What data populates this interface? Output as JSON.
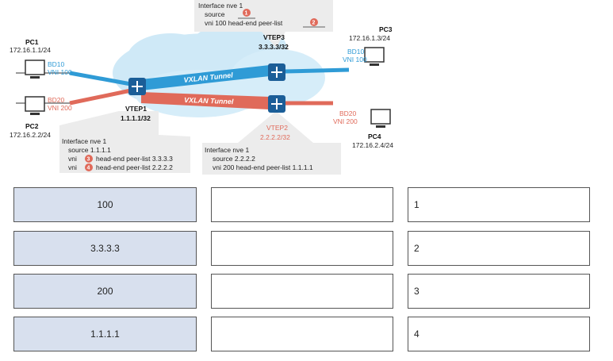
{
  "diagram": {
    "pc1": {
      "name": "PC1",
      "ip": "172.16.1.1/24",
      "bd": "BD10",
      "vni": "VNI 100"
    },
    "pc2": {
      "name": "PC2",
      "ip": "172.16.2.2/24",
      "bd": "BD20",
      "vni": "VNI 200"
    },
    "pc3": {
      "name": "PC3",
      "ip": "172.16.1.3/24",
      "bd": "BD10",
      "vni": "VNI 100"
    },
    "pc4": {
      "name": "PC4",
      "ip": "172.16.2.4/24",
      "bd": "BD20",
      "vni": "VNI 200"
    },
    "vtep1": {
      "name": "VTEP1",
      "ip": "1.1.1.1/32"
    },
    "vtep2": {
      "name": "VTEP2",
      "ip": "2.2.2.2/32"
    },
    "vtep3": {
      "name": "VTEP3",
      "ip": "3.3.3.3/32"
    },
    "tunnel_label": "VXLAN Tunnel",
    "config_vtep3": {
      "line1": "Interface nve 1",
      "line2": "source",
      "line3": "vni 100 head-end peer-list",
      "badge_a": "1",
      "badge_b": "2"
    },
    "config_vtep1": {
      "line1": "Interface nve 1",
      "line2": "source 1.1.1.1",
      "line3_a": "vni",
      "line3_b": "head-end peer-list 3.3.3.3",
      "line4_a": "vni",
      "line4_b": "head-end peer-list 2.2.2.2",
      "badge_c": "3",
      "badge_d": "4"
    },
    "config_vtep2": {
      "line1": "Interface nve 1",
      "line2": "source 2.2.2.2",
      "line3": "vni 200 head-end peer-list 1.1.1.1"
    },
    "colors": {
      "vni100": "#2f9bd6",
      "vni200": "#e06a5a",
      "cloud": "#bfe3f5"
    }
  },
  "options": [
    "100",
    "3.3.3.3",
    "200",
    "1.1.1.1"
  ],
  "slots": [
    "1",
    "2",
    "3",
    "4"
  ]
}
